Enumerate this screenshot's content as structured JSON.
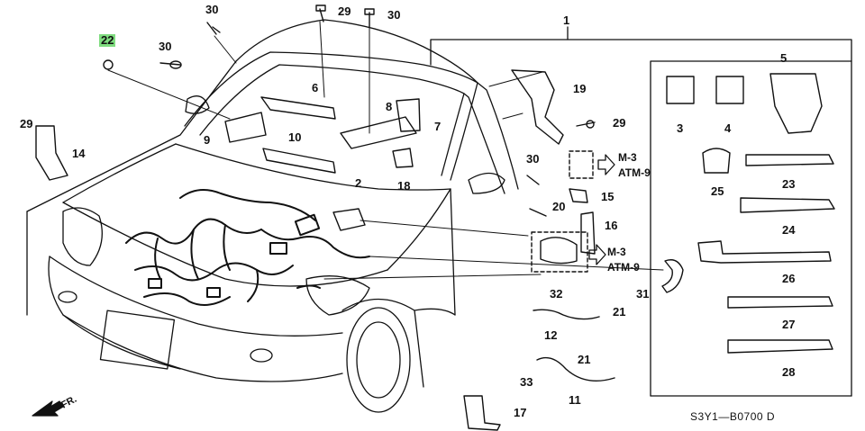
{
  "parts": [
    {
      "id": "p30a",
      "label": "30"
    },
    {
      "id": "p29a",
      "label": "29"
    },
    {
      "id": "p30b",
      "label": "30"
    },
    {
      "id": "p1",
      "label": "1"
    },
    {
      "id": "p22",
      "label": "22",
      "highlight": true
    },
    {
      "id": "p30c",
      "label": "30"
    },
    {
      "id": "p6",
      "label": "6"
    },
    {
      "id": "p19",
      "label": "19"
    },
    {
      "id": "p5",
      "label": "5"
    },
    {
      "id": "p29b",
      "label": "29"
    },
    {
      "id": "p9",
      "label": "9"
    },
    {
      "id": "p8",
      "label": "8"
    },
    {
      "id": "p7",
      "label": "7"
    },
    {
      "id": "p29c",
      "label": "29"
    },
    {
      "id": "p14",
      "label": "14"
    },
    {
      "id": "p10",
      "label": "10"
    },
    {
      "id": "p3",
      "label": "3"
    },
    {
      "id": "p4",
      "label": "4"
    },
    {
      "id": "p18",
      "label": "18"
    },
    {
      "id": "p30d",
      "label": "30"
    },
    {
      "id": "p15",
      "label": "15"
    },
    {
      "id": "p25",
      "label": "25"
    },
    {
      "id": "p23",
      "label": "23"
    },
    {
      "id": "p2",
      "label": "2"
    },
    {
      "id": "p20",
      "label": "20"
    },
    {
      "id": "p16",
      "label": "16"
    },
    {
      "id": "p24",
      "label": "24"
    },
    {
      "id": "p26",
      "label": "26"
    },
    {
      "id": "p31",
      "label": "31"
    },
    {
      "id": "p32",
      "label": "32"
    },
    {
      "id": "p21a",
      "label": "21"
    },
    {
      "id": "p27",
      "label": "27"
    },
    {
      "id": "p12",
      "label": "12"
    },
    {
      "id": "p21b",
      "label": "21"
    },
    {
      "id": "p28",
      "label": "28"
    },
    {
      "id": "p33",
      "label": "33"
    },
    {
      "id": "p11",
      "label": "11"
    },
    {
      "id": "p17",
      "label": "17"
    }
  ],
  "variants": {
    "upper": {
      "line1": "M-3",
      "line2": "ATM-9"
    },
    "lower": {
      "line1": "M-3",
      "line2": "ATM-9"
    }
  },
  "diagram_code": "S3Y1—B0700 D",
  "direction_label": "FR.",
  "colors": {
    "line": "#111111",
    "highlight": "#7fdc7f",
    "background": "#ffffff"
  }
}
